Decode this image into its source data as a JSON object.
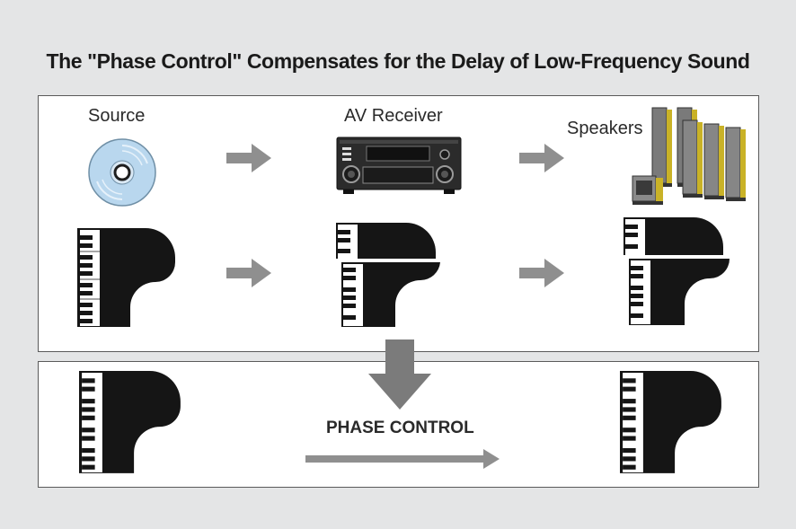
{
  "title": "The \"Phase Control\" Compensates for the Delay of Low-Frequency Sound",
  "labels": {
    "source": "Source",
    "receiver": "AV Receiver",
    "speakers": "Speakers",
    "phase_control": "PHASE CONTROL"
  },
  "colors": {
    "arrow": "#8f8f8f",
    "piano": "#151515",
    "disc": "#b9d7ee",
    "speaker_body": "#6e6e6e",
    "speaker_accent": "#c9b227"
  },
  "icons": {
    "source": "cd-disc-icon",
    "receiver": "av-receiver-icon",
    "speakers": "speaker-system-icon",
    "piano": "grand-piano-icon",
    "arrow": "right-arrow-icon",
    "down_arrow": "down-arrow-icon"
  }
}
